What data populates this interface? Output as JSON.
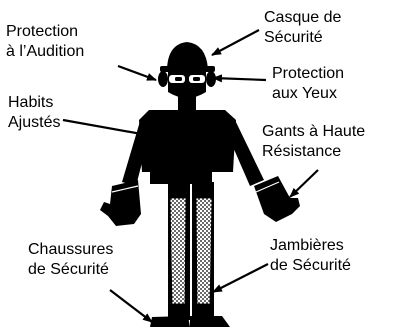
{
  "diagram": {
    "colors": {
      "ink": "#000000",
      "background": "#ffffff"
    },
    "labels": {
      "hearing_protection": {
        "line1": "Protection",
        "line2": "à l’Audition"
      },
      "safety_helmet": {
        "line1": "Casque de",
        "line2": "Sécurité"
      },
      "eye_protection": {
        "line1": "Protection",
        "line2": "aux Yeux"
      },
      "fitted_clothing": {
        "line1": "Habits",
        "line2": "Ajustés"
      },
      "heavy_duty_gloves": {
        "line1": "Gants à Haute",
        "line2": "Résistance"
      },
      "safety_shoes": {
        "line1": "Chaussures",
        "line2": "de Sécurité"
      },
      "safety_chaps": {
        "line1": "Jambières",
        "line2": "de Sécurité"
      }
    }
  }
}
